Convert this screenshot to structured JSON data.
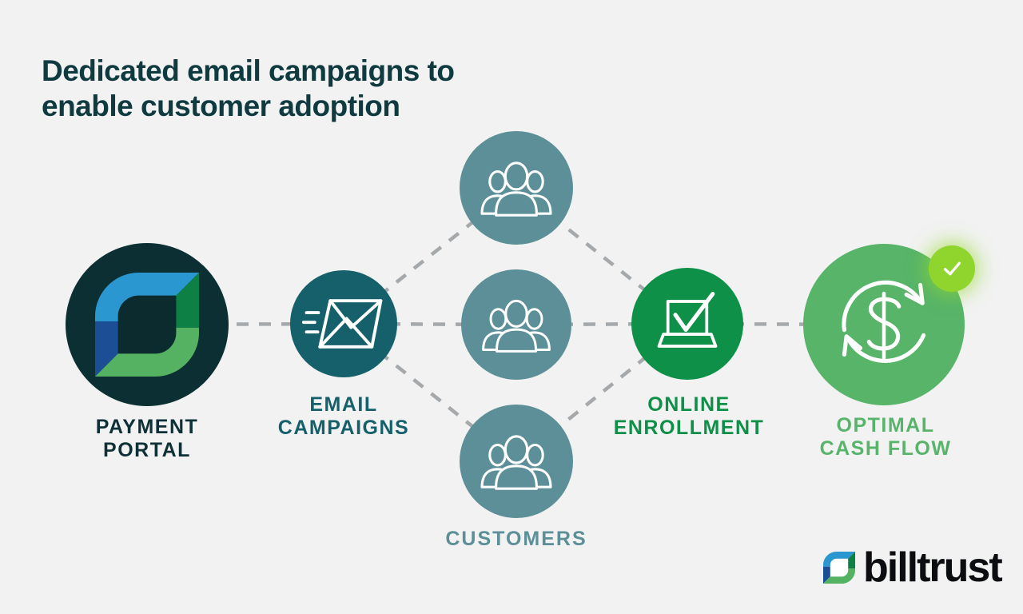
{
  "title": "Dedicated email campaigns to enable customer adoption",
  "diagram": {
    "background_color": "#f1f2f1",
    "connector_color": "#a6a9ac",
    "connector_style": "dashed",
    "nodes": {
      "payment_portal": {
        "label": "PAYMENT\nPORTAL",
        "icon": "billtrust-mark-icon",
        "circle_color": "#0c2f33",
        "label_color": "#0e3036"
      },
      "email_campaigns": {
        "label": "EMAIL\nCAMPAIGNS",
        "icon": "envelope-icon",
        "circle_color": "#16606b",
        "label_color": "#16606b"
      },
      "customers": {
        "label": "CUSTOMERS",
        "icon": "people-group-icon",
        "circle_count": 3,
        "circle_color": "#5c8f97",
        "label_color": "#5c8f97"
      },
      "online_enrollment": {
        "label": "ONLINE\nENROLLMENT",
        "icon": "laptop-check-icon",
        "circle_color": "#0e9048",
        "label_color": "#0e9048"
      },
      "optimal_cash_flow": {
        "label": "OPTIMAL\nCASH FLOW",
        "icon": "dollar-cycle-icon",
        "circle_color": "#57b469",
        "label_color": "#58b46a",
        "badge_icon": "check-icon",
        "badge_color": "#90d42e"
      }
    },
    "flow_order": [
      "payment_portal",
      "email_campaigns",
      "customers",
      "online_enrollment",
      "optimal_cash_flow"
    ]
  },
  "brand_mark_colors": {
    "light_blue": "#2b97d0",
    "dark_blue": "#1c4e95",
    "dark_green": "#0d8045",
    "light_green": "#55b263"
  },
  "footer": {
    "brand": "billtrust"
  }
}
